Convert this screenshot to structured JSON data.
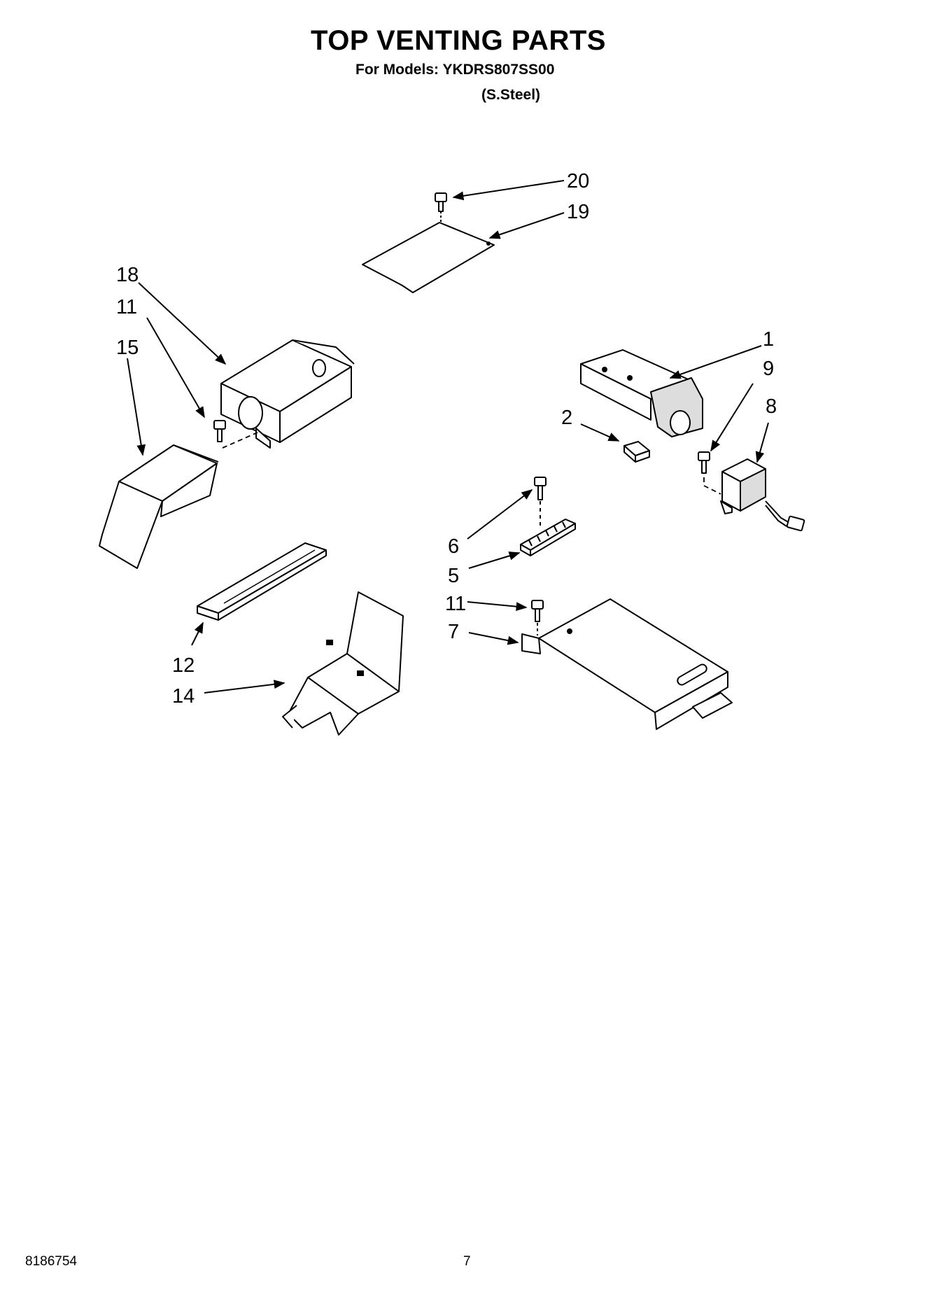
{
  "header": {
    "title": "TOP VENTING PARTS",
    "models_line": "For Models: YKDRS807SS00",
    "finish": "(S.Steel)"
  },
  "footer": {
    "document_number": "8186754",
    "page_number": "7"
  },
  "callouts": {
    "c20": "20",
    "c19": "19",
    "c18": "18",
    "c11a": "11",
    "c15": "15",
    "c1": "1",
    "c9": "9",
    "c8": "8",
    "c2": "2",
    "c6": "6",
    "c5": "5",
    "c11b": "11",
    "c7": "7",
    "c12": "12",
    "c14": "14"
  }
}
